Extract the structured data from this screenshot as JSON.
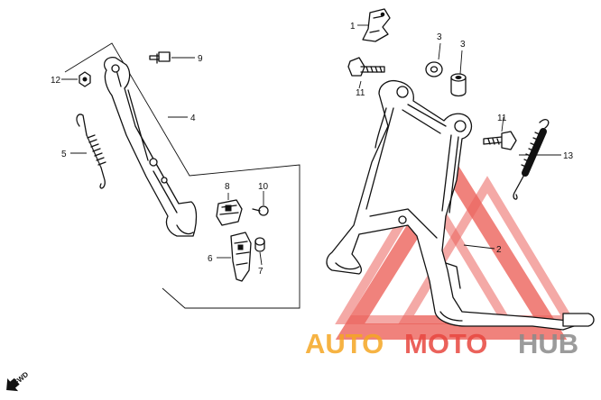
{
  "diagram": {
    "callouts": {
      "c1": "1",
      "c2": "2",
      "c3a": "3",
      "c3b": "3",
      "c4": "4",
      "c5": "5",
      "c6": "6",
      "c7": "7",
      "c8": "8",
      "c9": "9",
      "c10": "10",
      "c11a": "11",
      "c11b": "11",
      "c12": "12",
      "c13": "13"
    },
    "direction_label": "FWD"
  },
  "watermark": {
    "text_part1": "AUTO",
    "text_part2": "MOTO",
    "text_part3": "HUB",
    "color_orange": "#f5a623",
    "color_red": "#e8473f",
    "color_gray": "#8a8a8a"
  }
}
